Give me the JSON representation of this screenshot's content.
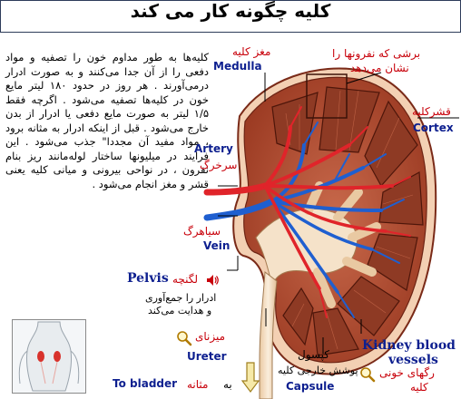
{
  "title": "کلیه چگونه کار می کند",
  "body_text": "کلیه‌ها به طور مداوم خون را تصفیه و مواد دفعی را از آن جدا می‌کنند و به صورت ادرار درمی‌آورند . هر روز در حدود ۱۸۰ لیتر مایع خون در کلیه‌ها تصفیه می‌شود . اگرچه فقط ۱/۵ لیتر به صورت مایع دفعی یا ادرار از بدن خارج می‌شود . قبل از اینکه ادرار به مثانه برود ، مواد مفید آن مجددا\" جذب می‌شود . این فرایند در میلیونها ساختار لوله‌مانند ریز بنام نفرون ، در نواحی بیرونی و میانی کلیه یعنی قشر و مغز انجام می‌شود .",
  "labels": {
    "medulla_fa": "مغز کلیه",
    "medulla_en": "Medulla",
    "nephron_fa_1": "برشی که نفرونها را",
    "nephron_fa_2": "نشان می‌دهد",
    "cortex_fa": "قشرکلیه",
    "cortex_en": "Cortex",
    "artery_en": "Artery",
    "artery_fa": "سرخرگ",
    "vein_fa": "سیاهرگ",
    "vein_en": "Vein",
    "pelvis_en": "Pelvis",
    "pelvis_fa": "لگنچه",
    "pelvis_desc_1": "ادرار را جمع‌آوری",
    "pelvis_desc_2": "و هدایت می‌کند",
    "ureter_fa": "میزنای",
    "ureter_en": "Ureter",
    "capsule_fa_1": "کپسول",
    "capsule_fa_2": "پوشش خارجی کلیه",
    "capsule_en": "Capsule",
    "vessels_en_1": "Kidney blood",
    "vessels_en_2": "vessels",
    "vessels_fa_1": "رگهای خونی",
    "vessels_fa_2": "کلیه",
    "bladder_en": "To bladder",
    "bladder_fa_1": "به",
    "bladder_fa_2": "مثانه"
  },
  "colors": {
    "red_label": "#c8000a",
    "blue_label": "#0d1f8f",
    "cortex": "#b8452d",
    "medulla": "#9a3e26",
    "artery": "#e0242a",
    "vein": "#1f5fd0",
    "ureter": "#f2d9b8"
  },
  "icons": [
    "speaker-icon",
    "magnifier-icon",
    "down-arrow-icon",
    "body-figure-icon"
  ]
}
